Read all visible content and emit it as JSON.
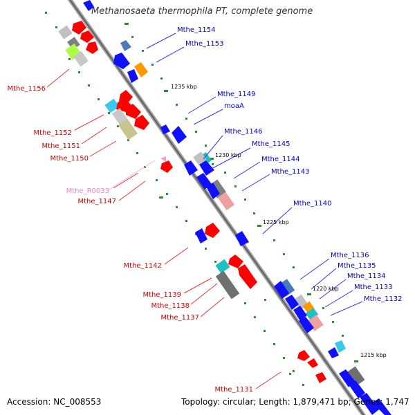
{
  "title": "Methanosaeta thermophila PT, complete genome",
  "footer": {
    "accession": "Accession: NC_008553",
    "topology": "Topology: circular; Length: 1,879,471 bp; Genes: 1,747"
  },
  "colors": {
    "forward_gene": "#ff0000",
    "reverse_gene": "#1010ff",
    "rna_gene": "#ff69b4",
    "backbone": "#808080",
    "tick": "#228b22",
    "label_forward": "#cc0000",
    "label_reverse": "#0000cc",
    "label_rna": "#ee82c8"
  },
  "scale_labels": [
    "1235 kbp",
    "1230 kbp",
    "1225 kbp",
    "1220 kbp",
    "1215 kbp"
  ],
  "forward_labels": [
    "Mthe_1156",
    "Mthe_1152",
    "Mthe_1151",
    "Mthe_1150",
    "Mthe_R0033",
    "Mthe_1147",
    "Mthe_1142",
    "Mthe_1139",
    "Mthe_1138",
    "Mthe_1137",
    "Mthe_1131"
  ],
  "reverse_labels": [
    "Mthe_1154",
    "Mthe_1153",
    "Mthe_1149",
    "moaA",
    "Mthe_1146",
    "Mthe_1145",
    "Mthe_1144",
    "Mthe_1143",
    "Mthe_1140",
    "Mthe_1136",
    "Mthe_1135",
    "Mthe_1134",
    "Mthe_1133",
    "Mthe_1132"
  ]
}
